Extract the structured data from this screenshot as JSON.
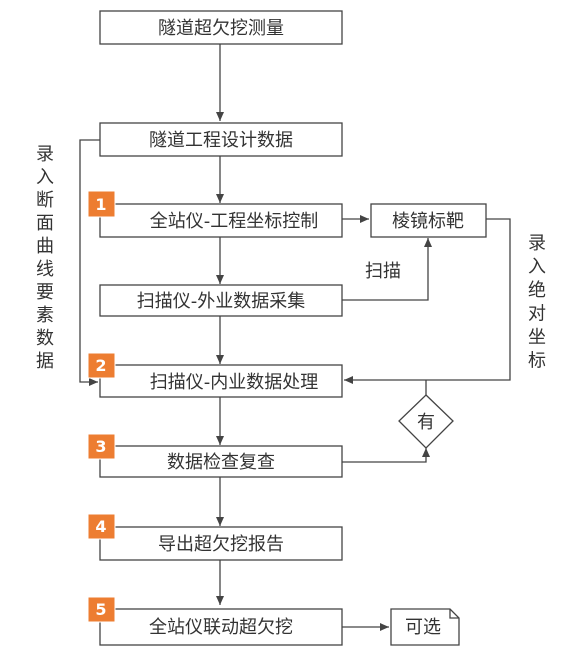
{
  "nodes": {
    "tunnel_measure": "隧道超欠挖测量",
    "design_data": "隧道工程设计数据",
    "total_station_control": "全站仪-工程坐标控制",
    "prism_target": "棱镜标靶",
    "scanner_field": "扫描仪-外业数据采集",
    "scanner_office": "扫描仪-内业数据处理",
    "decision": "有",
    "data_check": "数据检查复查",
    "export_report": "导出超欠挖报告",
    "total_station_linkage": "全站仪联动超欠挖",
    "optional": "可选"
  },
  "labels": {
    "scan_label": "扫描",
    "left_label": "录入断面曲线要素数据",
    "right_label": "录入绝对坐标"
  },
  "steps": [
    "1",
    "2",
    "3",
    "4",
    "5"
  ],
  "colors": {
    "badge": "#ed7d31",
    "line": "#444444"
  }
}
